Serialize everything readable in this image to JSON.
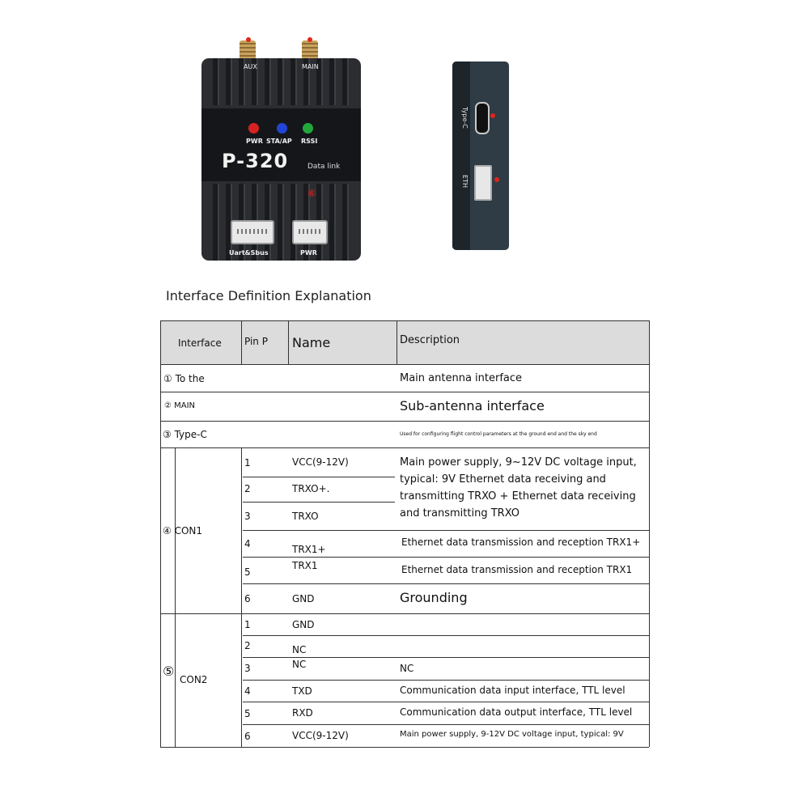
{
  "device_front": {
    "antenna_aux": "AUX",
    "antenna_main": "MAIN",
    "led_pwr": "PWR",
    "led_sta": "STA/AP",
    "led_rssi": "RSSI",
    "model": "P-320",
    "subtitle": "Data link",
    "marker": "⑥",
    "port_uart": "Uart&Sbus",
    "port_pwr": "PWR",
    "colors": {
      "led_red": "#d72222",
      "led_blue": "#2245d6",
      "led_green": "#22a83a",
      "marker": "#e1251b"
    }
  },
  "device_side": {
    "label_typec": "Type-C",
    "label_eth": "ETH"
  },
  "section_title": "Interface Definition Explanation",
  "table": {
    "headers": {
      "interface": "Interface",
      "pin": "Pin P",
      "name": "Name",
      "description": "Description"
    },
    "rows": [
      {
        "interface": "①  To the",
        "description": "Main antenna interface"
      },
      {
        "interface": "②  MAIN",
        "description": "Sub-antenna interface"
      },
      {
        "interface": "③ Type-C",
        "description": "Used for configuring flight control parameters at the ground end and the sky end"
      }
    ],
    "con1": {
      "label": "④ CON1",
      "pins": [
        {
          "pin": "1",
          "name": "VCC(9-12V)"
        },
        {
          "pin": "2",
          "name": "TRXO+."
        },
        {
          "pin": "3",
          "name": "TRXO"
        },
        {
          "pin": "4",
          "name": "TRX1+"
        },
        {
          "pin": "5",
          "name": "TRX1"
        },
        {
          "pin": "6",
          "name": "GND"
        }
      ],
      "desc_main": "Main power supply, 9~12V DC voltage input, typical: 9V Ethernet data receiving and transmitting TRXO + Ethernet data receiving and transmitting TRXO",
      "desc_4": "Ethernet data transmission and reception TRX1+",
      "desc_5": "Ethernet data transmission and reception TRX1",
      "desc_6": "Grounding"
    },
    "con2": {
      "marker": "⑤",
      "label": "CON2",
      "pins": [
        {
          "pin": "1",
          "name": "GND"
        },
        {
          "pin": "2",
          "name": "NC"
        },
        {
          "pin": "3",
          "name": "NC"
        },
        {
          "pin": "4",
          "name": "TXD"
        },
        {
          "pin": "5",
          "name": "RXD"
        },
        {
          "pin": "6",
          "name": "VCC(9-12V)"
        }
      ],
      "desc_3": "NC",
      "desc_4": "Communication data input interface, TTL level",
      "desc_5": "Communication data output interface, TTL level",
      "desc_6": "Main power supply, 9-12V DC voltage input, typical: 9V"
    }
  }
}
